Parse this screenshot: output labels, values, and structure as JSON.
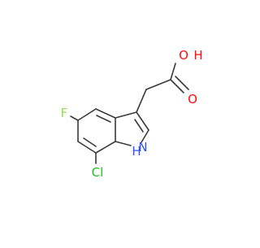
{
  "molecule": {
    "atoms": {
      "oxygen_hydroxyl": "O",
      "hydroxyl_hydrogen": "H",
      "oxygen_carbonyl": "O",
      "fluorine": "F",
      "chlorine": "Cl",
      "nitrogen": "N",
      "nitrogen_hydrogen": "H"
    }
  },
  "colors": {
    "bond": "#3a3a3a",
    "oxygen": "#ff0d0d",
    "fluorine": "#90e050",
    "chlorine": "#1fc01f",
    "nitrogen": "#3050f8",
    "background": "#ffffff"
  }
}
